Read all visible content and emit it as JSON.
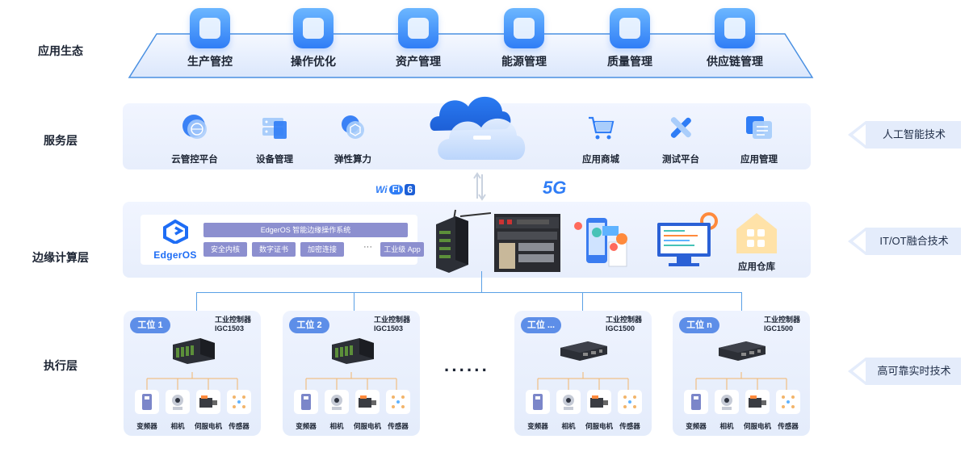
{
  "layers": {
    "ecosystem": "应用生态",
    "service": "服务层",
    "edge": "边缘计算层",
    "execution": "执行层"
  },
  "ecosystem_items": [
    "生产管控",
    "操作优化",
    "资产管理",
    "能源管理",
    "质量管理",
    "供应链管理"
  ],
  "service_items": {
    "cloud_platform": "云管控平台",
    "device_mgmt": "设备管理",
    "elastic_compute": "弹性算力",
    "app_store": "应用商城",
    "test_platform": "测试平台",
    "app_mgmt": "应用管理"
  },
  "connectivity": {
    "wifi": "Wi",
    "wifi_fi": "Fi",
    "wifi_ver": "6",
    "fiveg": "5G"
  },
  "edgeos": {
    "logo": "EdgerOS",
    "title": "EdgerOS 智能边缘操作系统",
    "chips": [
      "安全内核",
      "数字证书",
      "加密连接",
      "工业级 App"
    ],
    "dots": "···",
    "app_warehouse": "应用仓库"
  },
  "side_labels": [
    "人工智能技术",
    "IT/OT融合技术",
    "高可靠实时技术"
  ],
  "stations": [
    {
      "badge": "工位 1",
      "ctrl_title": "工业控制器",
      "ctrl_model": "IGC1503",
      "device": "rack"
    },
    {
      "badge": "工位 2",
      "ctrl_title": "工业控制器",
      "ctrl_model": "IGC1503",
      "device": "rack"
    },
    {
      "badge": "工位 ...",
      "ctrl_title": "工业控制器",
      "ctrl_model": "IGC1500",
      "device": "box"
    },
    {
      "badge": "工位 n",
      "ctrl_title": "工业控制器",
      "ctrl_model": "IGC1500",
      "device": "box"
    }
  ],
  "station_subdevices": [
    "变频器",
    "相机",
    "伺服电机",
    "传感器"
  ],
  "ellipsis": "······",
  "colors": {
    "accent": "#2f7df6",
    "panel": "#e9effc",
    "chip": "#8c8fcf",
    "badge": "#5d8ee8",
    "line": "#5aa0e6"
  }
}
